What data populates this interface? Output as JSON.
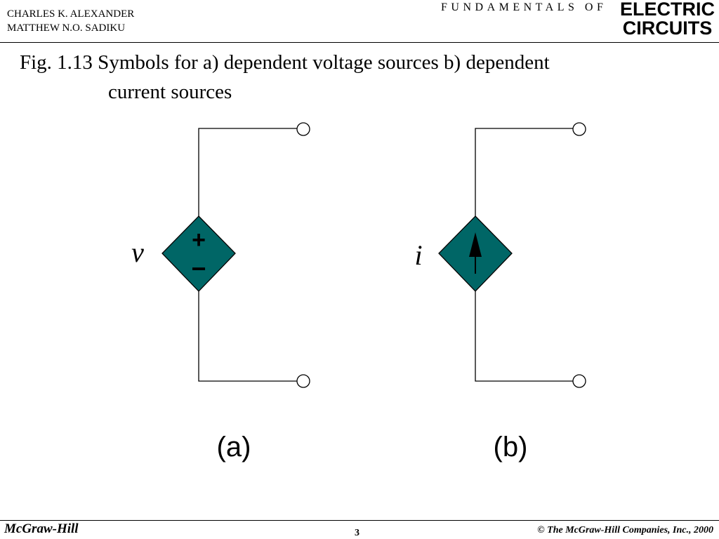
{
  "header": {
    "author_1": "CHARLES K. ALEXANDER",
    "author_2": "MATTHEW N.O. SADIKU",
    "fundamentals": "FUNDAMENTALS OF",
    "title_1": "ELECTRIC",
    "title_2": "CIRCUITS"
  },
  "caption": {
    "line_1": "Fig. 1.13 Symbols for a) dependent voltage sources b) dependent",
    "line_2": "current  sources"
  },
  "diagram": {
    "source_fill": "#006666",
    "voltage_source": {
      "variable": "v",
      "plus": "+",
      "minus": "−",
      "label": "(a)"
    },
    "current_source": {
      "variable": "i",
      "label": "(b)"
    }
  },
  "footer": {
    "publisher": "McGraw-Hill",
    "page": "3",
    "copyright": "© The McGraw-Hill Companies, Inc., 2000"
  }
}
